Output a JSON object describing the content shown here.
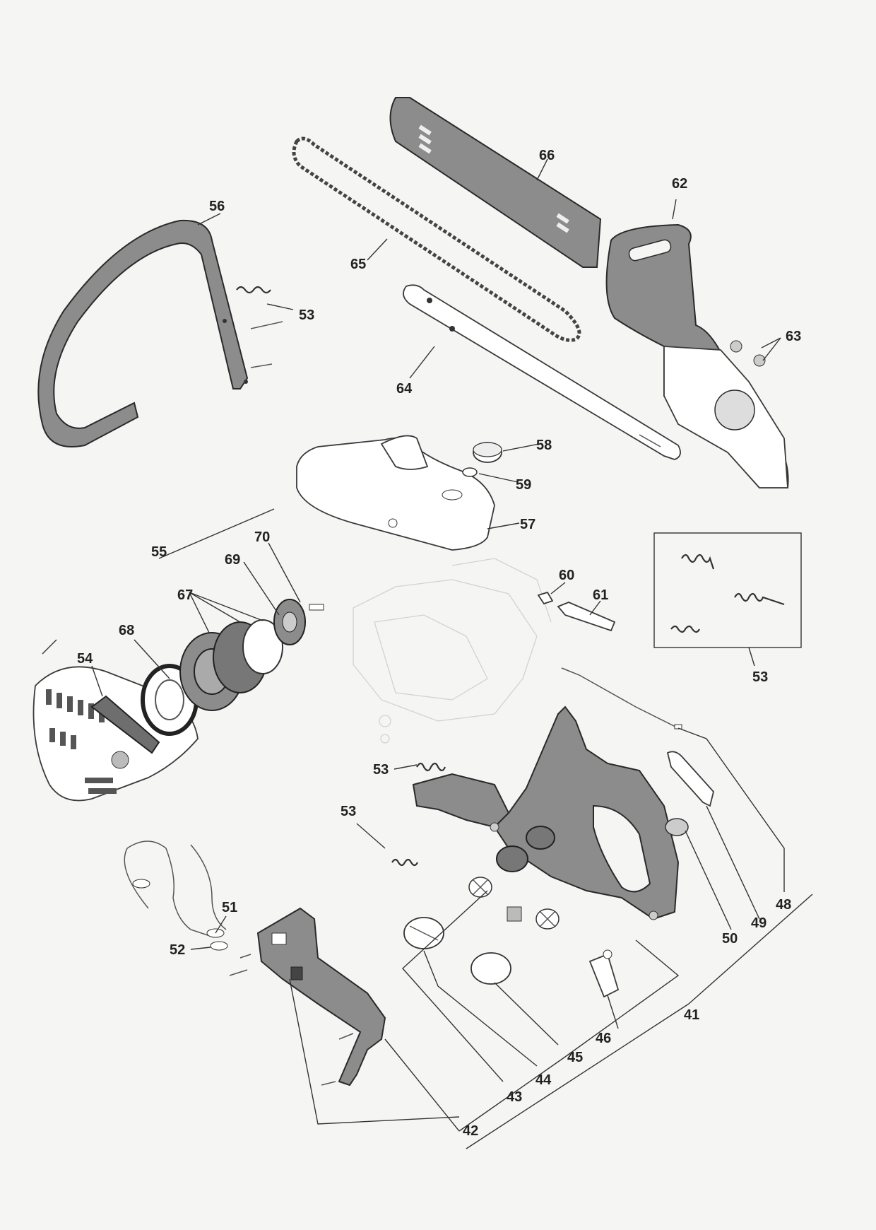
{
  "labels": {
    "l41": "41",
    "l42": "42",
    "l43": "43",
    "l44": "44",
    "l45": "45",
    "l46": "46",
    "l48": "48",
    "l49": "49",
    "l50": "50",
    "l51": "51",
    "l52": "52",
    "l53a": "53",
    "l53b": "53",
    "l53c": "53",
    "l53d": "53",
    "l54": "54",
    "l55": "55",
    "l56": "56",
    "l57": "57",
    "l58": "58",
    "l59": "59",
    "l60": "60",
    "l61": "61",
    "l62": "62",
    "l63": "63",
    "l64": "64",
    "l65": "65",
    "l66": "66",
    "l67": "67",
    "l68": "68",
    "l69": "69",
    "l70": "70"
  },
  "colors": {
    "background": "#f5f5f3",
    "part_fill": "#8c8c8c",
    "line": "#2a2a2a",
    "label": "#222222"
  }
}
